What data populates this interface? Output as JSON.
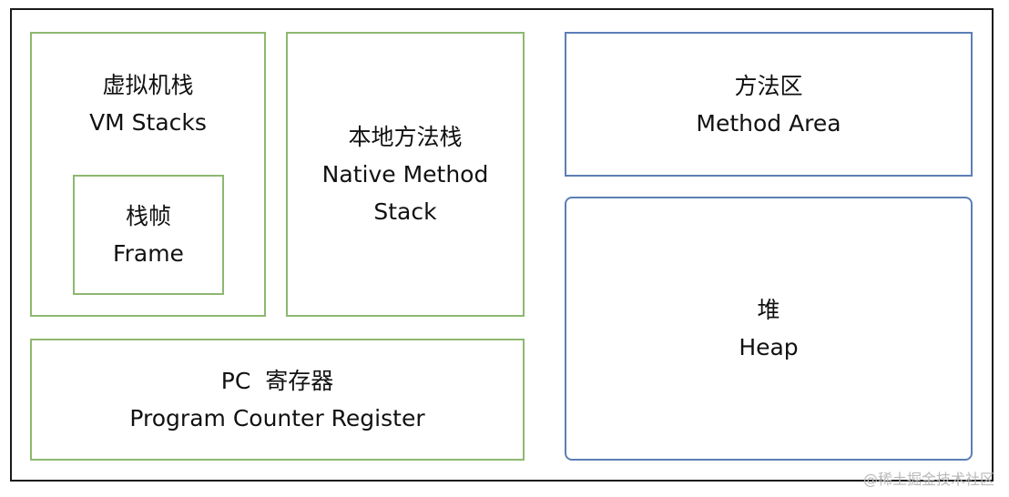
{
  "diagram": {
    "vm_stacks": {
      "zh": "虚拟机栈",
      "en": "VM Stacks"
    },
    "frame": {
      "zh": "栈帧",
      "en": "Frame"
    },
    "native_method_stack": {
      "zh": "本地方法栈",
      "en_line1": "Native Method",
      "en_line2": "Stack"
    },
    "pc_register": {
      "zh": "PC  寄存器",
      "en": "Program Counter Register"
    },
    "method_area": {
      "zh": "方法区",
      "en": "Method Area"
    },
    "heap": {
      "zh": "堆",
      "en": "Heap"
    }
  },
  "watermark": "@稀土掘金技术社区",
  "colors": {
    "green_border": "#8db870",
    "blue_border": "#5b7fb5",
    "outer_border": "#1a1a1a"
  }
}
